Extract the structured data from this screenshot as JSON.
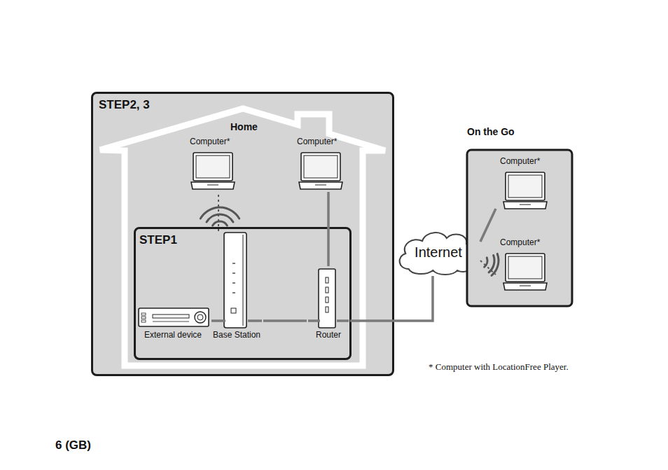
{
  "diagram": {
    "nodes": [
      {
        "text": [
          "STEP2, 3"
        ]
      },
      {
        "text": [
          "Home"
        ],
        "in": 0
      },
      {
        "text": [
          "Computer*"
        ],
        "in": 1
      },
      {
        "text": [
          "Computer*"
        ],
        "in": 1
      },
      {
        "text": [
          "STEP1"
        ],
        "in": 1
      },
      {
        "text": [
          "External device"
        ],
        "in": 4
      },
      {
        "text": [
          "Base Station"
        ],
        "in": 4
      },
      {
        "text": [
          "Router"
        ],
        "in": 4
      },
      {
        "text": [
          "Internet"
        ]
      },
      {
        "text": [
          "On the Go"
        ]
      },
      {
        "text": [
          "Computer*"
        ],
        "in": 9
      },
      {
        "text": [
          "Computer*"
        ],
        "in": 9
      }
    ],
    "edges": [
      {
        "from": 6,
        "to": 2,
        "arrow": "none"
      },
      {
        "from": 3,
        "to": 7,
        "arrow": "none"
      },
      {
        "from": 5,
        "to": 6,
        "arrow": "none"
      },
      {
        "from": 6,
        "to": 7,
        "arrow": "none"
      },
      {
        "from": 7,
        "to": 8,
        "arrow": "none"
      },
      {
        "from": 8,
        "to": 10,
        "arrow": "none"
      },
      {
        "from": 8,
        "to": 11,
        "arrow": "none"
      }
    ],
    "labels": [
      "* Computer with LocationFree Player.",
      "6 (GB)"
    ]
  }
}
